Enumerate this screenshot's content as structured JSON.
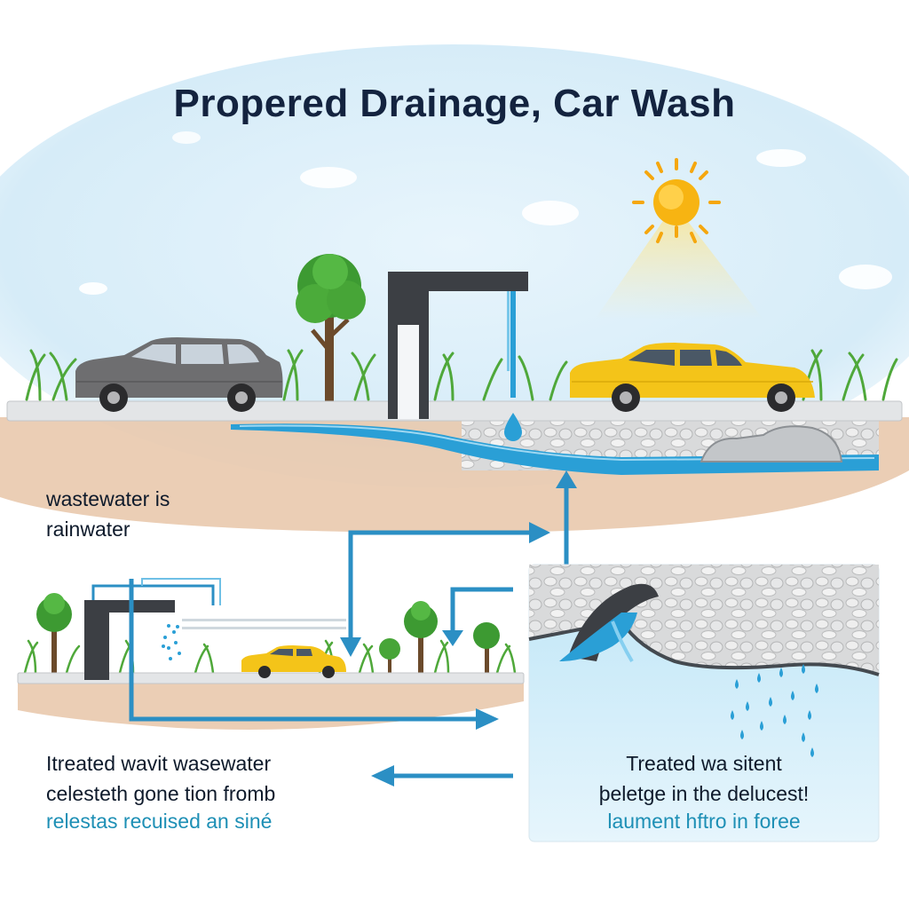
{
  "title": "Propered Drainage, Car Wash",
  "labels": {
    "upper_left_line1": "wastewater is",
    "upper_left_line2": "rainwater",
    "lower_left_line1": "Itreated wavit wasewater",
    "lower_left_line2": "celesteth gone tion fromb",
    "lower_left_line3": "relestas recuised an siné",
    "right_box_line1": "Treated wa sitent",
    "right_box_line2": "þeletge in the delucest!",
    "right_box_line3": "laument hftro in foree"
  },
  "colors": {
    "title": "#13233f",
    "water": "#2a9fd6",
    "arrow": "#2b8fc4",
    "accent_text": "#1d8fb5",
    "sky": "#dff0fa",
    "soil": "#e7c3a4",
    "car_gray": "#6e6e70",
    "car_yellow": "#f4c419",
    "sun": "#f5b10e",
    "grass": "#4fa83a"
  },
  "icons": [
    "sun-icon",
    "tree-icon",
    "gray-car-icon",
    "yellow-car-icon",
    "wash-gantry-icon",
    "drain-pipe-icon",
    "water-drop-icon",
    "flow-arrow-icon"
  ]
}
